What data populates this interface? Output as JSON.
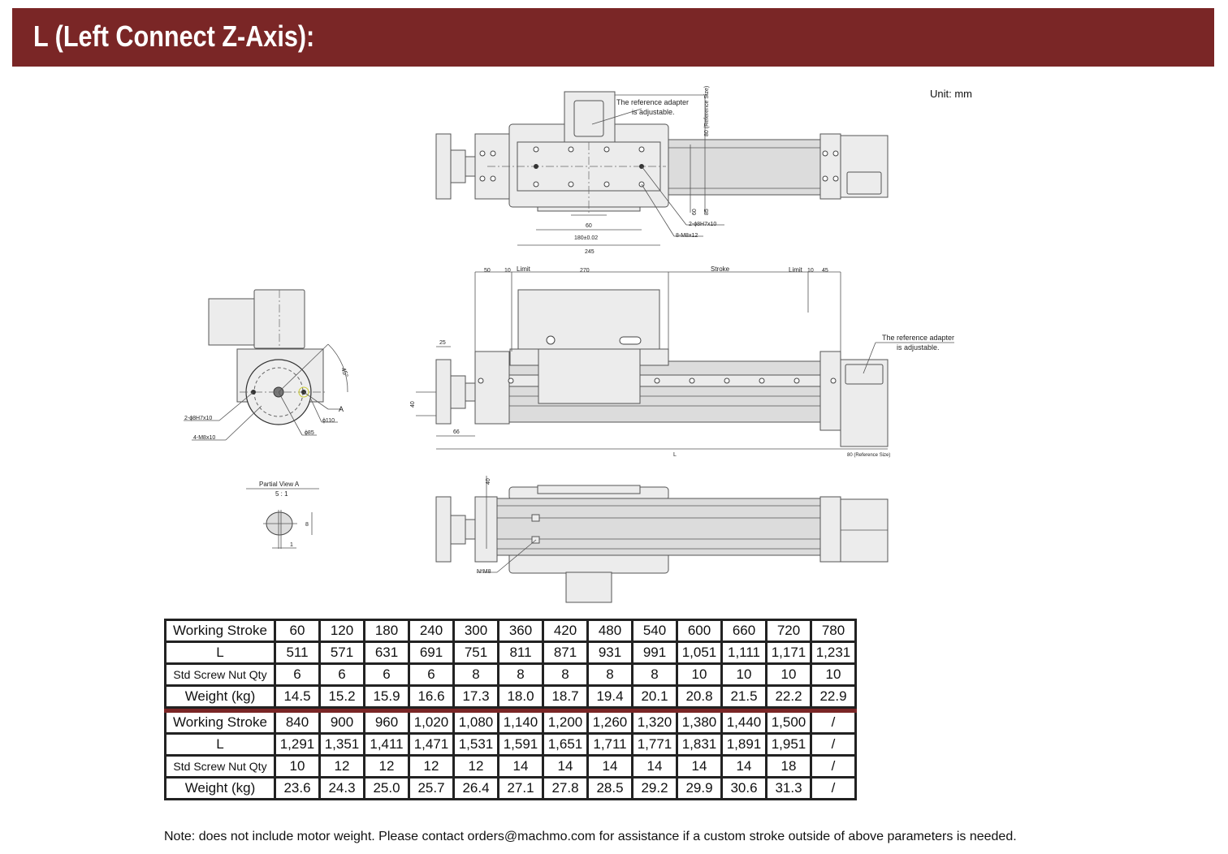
{
  "title": "L (Left Connect Z-Axis):",
  "unit": "Unit: mm",
  "drawing_labels": {
    "top_view": {
      "adapter_note_1": "The reference adapter",
      "adapter_note_2": "is adjustable.",
      "ref_80": "80 (Reference Size)",
      "dim_60": "60",
      "dim_180": "180±0.02",
      "dim_245": "245",
      "dim_60v": "60",
      "dim_85": "85",
      "pin": "2-ϕ8H7x10",
      "screw": "8-M8x12"
    },
    "front_view": {
      "d50": "50",
      "d10a": "10",
      "limit_l": "Limit",
      "d270": "270",
      "stroke": "Stroke",
      "limit_r": "Limit",
      "d10b": "10",
      "d45": "45",
      "d25": "25",
      "d40": "40",
      "d66": "66",
      "L": "L",
      "ref_80": "80 (Reference Size)",
      "adapter_note_1": "The reference adapter",
      "adapter_note_2": "is adjustable."
    },
    "side_view": {
      "angle": "45°",
      "pin": "2-ϕ8H7x10",
      "screw": "4-M8x10",
      "d110": "ϕ110",
      "d85": "ϕ85",
      "A": "A"
    },
    "partial_view": {
      "title": "Partial View A",
      "scale": "5 : 1",
      "d8": "8",
      "d1": "1"
    },
    "bottom_view": {
      "d40": "40",
      "nut": "N*M8"
    }
  },
  "table": {
    "row_labels": [
      "Working Stroke",
      "L",
      "Std Screw Nut Qty",
      "Weight (kg)"
    ],
    "block1": {
      "stroke": [
        "60",
        "120",
        "180",
        "240",
        "300",
        "360",
        "420",
        "480",
        "540",
        "600",
        "660",
        "720",
        "780"
      ],
      "L": [
        "511",
        "571",
        "631",
        "691",
        "751",
        "811",
        "871",
        "931",
        "991",
        "1,051",
        "1,111",
        "1,171",
        "1,231"
      ],
      "nut": [
        "6",
        "6",
        "6",
        "6",
        "8",
        "8",
        "8",
        "8",
        "8",
        "10",
        "10",
        "10",
        "10"
      ],
      "weight": [
        "14.5",
        "15.2",
        "15.9",
        "16.6",
        "17.3",
        "18.0",
        "18.7",
        "19.4",
        "20.1",
        "20.8",
        "21.5",
        "22.2",
        "22.9"
      ]
    },
    "block2": {
      "stroke": [
        "840",
        "900",
        "960",
        "1,020",
        "1,080",
        "1,140",
        "1,200",
        "1,260",
        "1,320",
        "1,380",
        "1,440",
        "1,500",
        "/"
      ],
      "L": [
        "1,291",
        "1,351",
        "1,411",
        "1,471",
        "1,531",
        "1,591",
        "1,651",
        "1,711",
        "1,771",
        "1,831",
        "1,891",
        "1,951",
        "/"
      ],
      "nut": [
        "10",
        "12",
        "12",
        "12",
        "12",
        "14",
        "14",
        "14",
        "14",
        "14",
        "14",
        "18",
        "/"
      ],
      "weight": [
        "23.6",
        "24.3",
        "25.0",
        "25.7",
        "26.4",
        "27.1",
        "27.8",
        "28.5",
        "29.2",
        "29.9",
        "30.6",
        "31.3",
        "/"
      ]
    }
  },
  "note": "Note: does not include motor weight. Please contact orders@machmo.com for assistance if a custom stroke outside of above parameters is needed.",
  "colors": {
    "brand": "#7a2626"
  }
}
